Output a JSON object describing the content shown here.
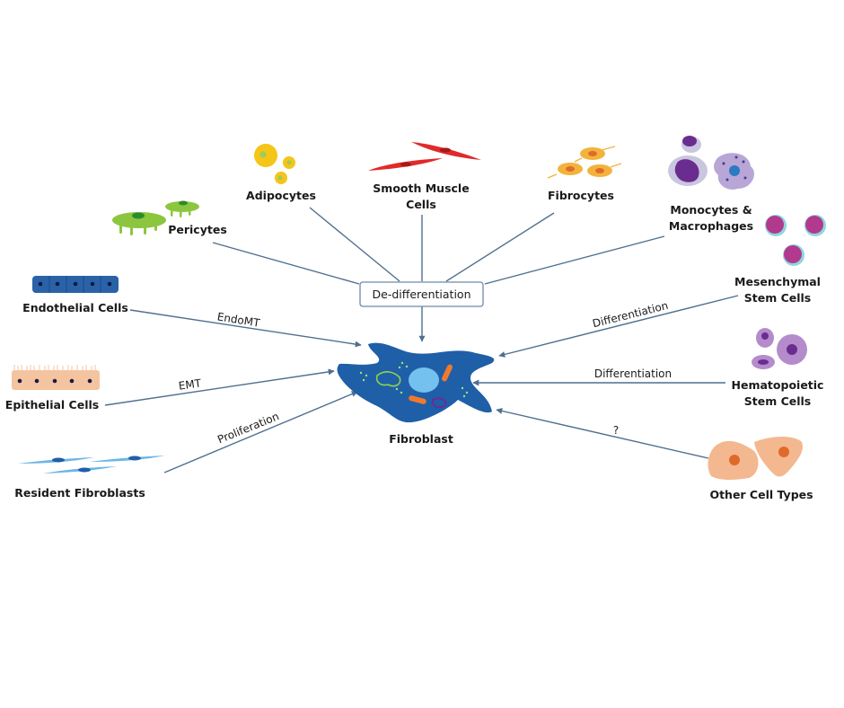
{
  "diagram": {
    "center": {
      "label": "Fibroblast"
    },
    "hub": {
      "label": "De-differentiation"
    },
    "sources": {
      "pericytes": "Pericytes",
      "adipocytes": "Adipocytes",
      "smooth_muscle": [
        "Smooth Muscle",
        "Cells"
      ],
      "fibrocytes": "Fibrocytes",
      "monocytes": [
        "Monocytes &",
        "Macrophages"
      ],
      "mesenchymal": [
        "Mesenchymal",
        "Stem Cells"
      ],
      "hematopoietic": [
        "Hematopoietic",
        "Stem Cells"
      ],
      "other": "Other Cell Types",
      "endothelial": "Endothelial Cells",
      "epithelial": "Epithelial Cells",
      "resident": "Resident Fibroblasts"
    },
    "edge_labels": {
      "endothelial": "EndoMT",
      "epithelial": "EMT",
      "resident": "Proliferation",
      "mesenchymal": "Differentiation",
      "hematopoietic": "Differentiation",
      "other": "?"
    },
    "colors": {
      "line": "#4f6f8f",
      "fibroblast": "#1f5fa8",
      "pericyte": "#8cc63f",
      "adipocyte": "#f5c518",
      "smooth_muscle": "#e02b2b",
      "fibrocyte": "#f2b33d",
      "monocyte": "#6b2c8f",
      "mesenchymal": "#b23a8e",
      "hematopoietic": "#b48ccc",
      "other": "#f4b890",
      "endothelial": "#2a62a8",
      "epithelial": "#f4c4a0",
      "resident": "#6ab6e6"
    }
  }
}
